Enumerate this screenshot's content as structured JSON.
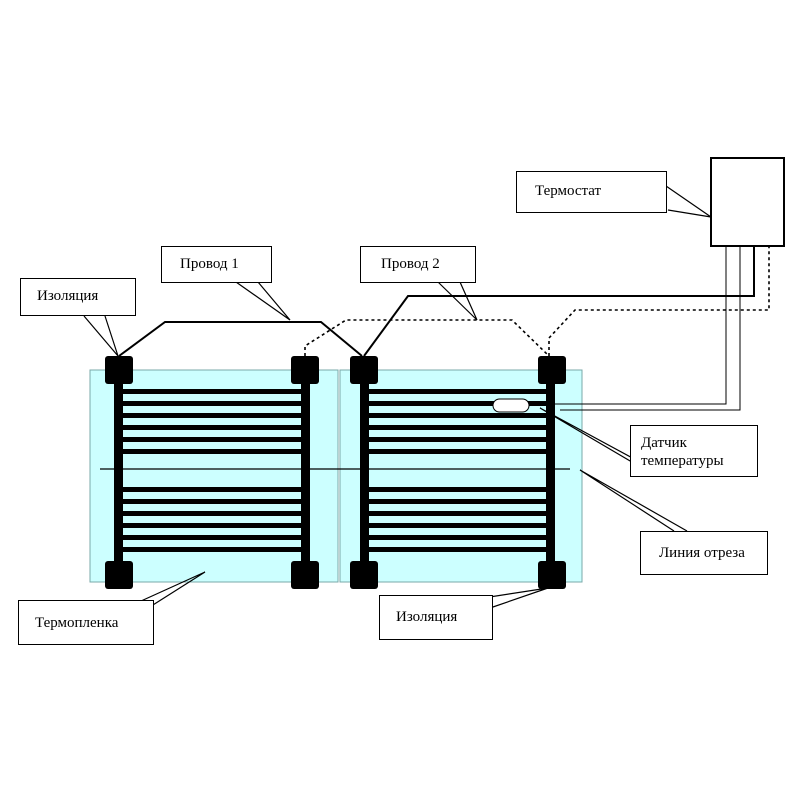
{
  "labels": {
    "thermostat": "Термостат",
    "wire1": "Провод 1",
    "wire2": "Провод 2",
    "insulation_top": "Изоляция",
    "temp_sensor_line1": "Датчик",
    "temp_sensor_line2": "температуры",
    "cut_line": "Линия отреза",
    "thermofilm": "Термопленка",
    "insulation_bottom": "Изоляция"
  },
  "colors": {
    "film_fill": "#ccffff",
    "ink": "#000000",
    "background": "#ffffff"
  }
}
